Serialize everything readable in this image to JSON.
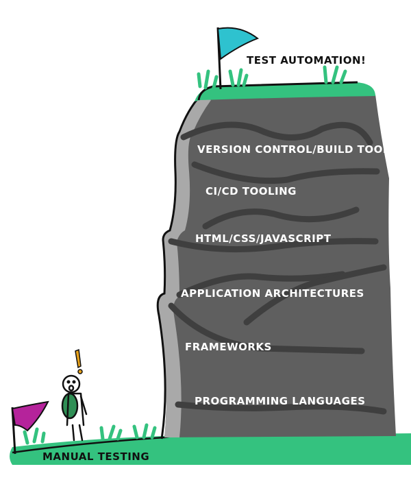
{
  "goal_label": "TEST AUTOMATION!",
  "start_label": "MANUAL TESTING",
  "steps": [
    "VERSION CONTROL/BUILD TOOLS",
    "CI/CD TOOLING",
    "HTML/CSS/JAVASCRIPT",
    "APPLICATION ARCHITECTURES",
    "FRAMEWORKS",
    "PROGRAMMING LANGUAGES"
  ],
  "figure_exclamation": "!",
  "colors": {
    "rock": "#5f5f5f",
    "rock_highlight": "#a9a9a9",
    "grass": "#34c27f",
    "goal_flag": "#2ec2cf",
    "start_flag": "#b5239b",
    "exclamation": "#e8a21a",
    "backpack": "#2f8f55"
  }
}
